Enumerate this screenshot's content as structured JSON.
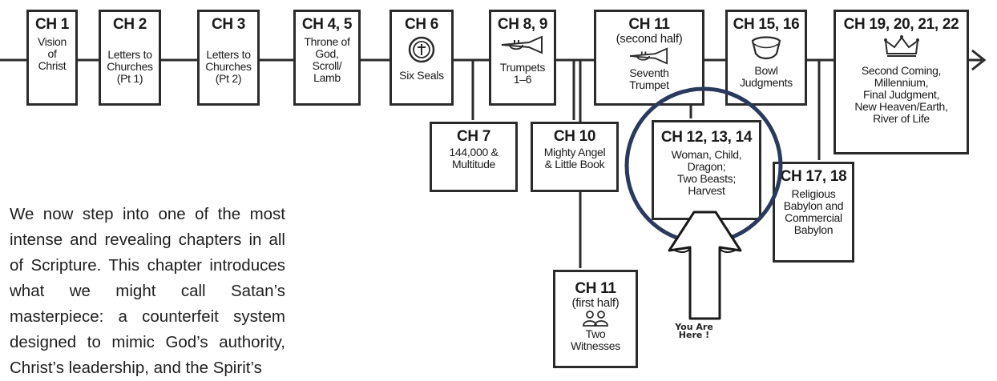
{
  "timeline": {
    "ch1": {
      "head": "CH 1",
      "l1": "Vision",
      "l2": "of",
      "l3": "Christ"
    },
    "ch2": {
      "head": "CH 2",
      "l1": "Letters to",
      "l2": "Churches",
      "l3": "(Pt 1)"
    },
    "ch3": {
      "head": "CH 3",
      "l1": "Letters to",
      "l2": "Churches",
      "l3": "(Pt 2)"
    },
    "ch45": {
      "head": "CH 4, 5",
      "l1": "Throne of",
      "l2": "God,",
      "l3": "Scroll/",
      "l4": "Lamb"
    },
    "ch6": {
      "head": "CH 6",
      "l1": "Six Seals",
      "icon": "seal-icon"
    },
    "ch89": {
      "head": "CH 8, 9",
      "l1": "Trumpets",
      "l2": "1–6",
      "icon": "trumpet-icon"
    },
    "ch11b": {
      "head": "CH 11",
      "sub": "(second half)",
      "l1": "Seventh",
      "l2": "Trumpet",
      "icon": "trumpet-icon"
    },
    "ch1516": {
      "head": "CH 15, 16",
      "l1": "Bowl",
      "l2": "Judgments",
      "icon": "bowl-icon"
    },
    "ch1922": {
      "head": "CH 19, 20, 21, 22",
      "l1": "Second Coming,",
      "l2": "Millennium,",
      "l3": "Final Judgment,",
      "l4": "New Heaven/Earth,",
      "l5": "River of Life",
      "icon": "crown-icon"
    },
    "ch7": {
      "head": "CH 7",
      "l1": "144,000 &",
      "l2": "Multitude"
    },
    "ch10": {
      "head": "CH 10",
      "l1": "Mighty Angel",
      "l2": "& Little Book"
    },
    "ch121314": {
      "head": "CH 12, 13, 14",
      "l1": "Woman, Child,",
      "l2": "Dragon;",
      "l3": "Two Beasts;",
      "l4": "Harvest"
    },
    "ch1718": {
      "head": "CH 17, 18",
      "l1": "Religious",
      "l2": "Babylon and",
      "l3": "Commercial",
      "l4": "Babylon"
    },
    "ch11a": {
      "head": "CH 11",
      "sub": "(first half)",
      "l1": "Two",
      "l2": "Witnesses",
      "icon": "two-people-icon"
    }
  },
  "marker": {
    "line1": "You Are",
    "line2": "Here !",
    "icon": "up-arrow-icon"
  },
  "paragraph": "We now step into one of the most intense and revealing chapters in all of Scripture. This chapter introduces what we might call Satan’s masterpiece: a counterfeit system designed to mimic God’s authority, Christ’s leadership, and the Spirit’s",
  "colors": {
    "highlight_circle": "#2a3a5c",
    "border": "#2b2b2b"
  }
}
